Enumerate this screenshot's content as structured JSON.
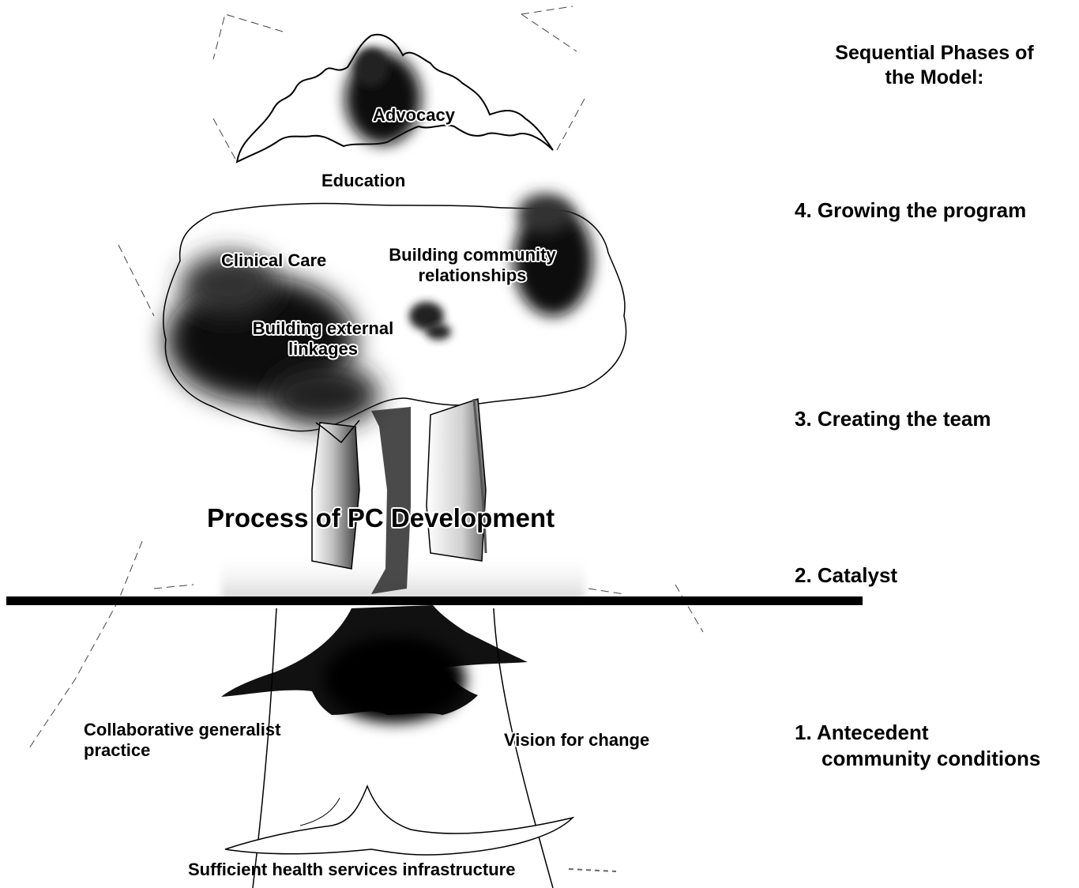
{
  "phases": {
    "heading_line1": "Sequential Phases of",
    "heading_line2": "the Model:",
    "phase4": "4. Growing the program",
    "phase3": "3. Creating the team",
    "phase2": "2. Catalyst",
    "phase1_line1": "1. Antecedent",
    "phase1_line2": "community conditions"
  },
  "tree": {
    "advocacy": "Advocacy",
    "education": "Education",
    "clinical_care": "Clinical Care",
    "community_line1": "Building community",
    "community_line2": "relationships",
    "linkages_line1": "Building external",
    "linkages_line2": "linkages",
    "trunk_title": "Process of PC Development",
    "roots_left_line1": "Collaborative generalist",
    "roots_left_line2": "practice",
    "roots_right": "Vision for change",
    "roots_bottom": "Sufficient health services infrastructure"
  },
  "colors": {
    "ink": "#000000",
    "foliage_dark": "#1a1a1a",
    "trunk_shade": "#9a9a9a"
  }
}
